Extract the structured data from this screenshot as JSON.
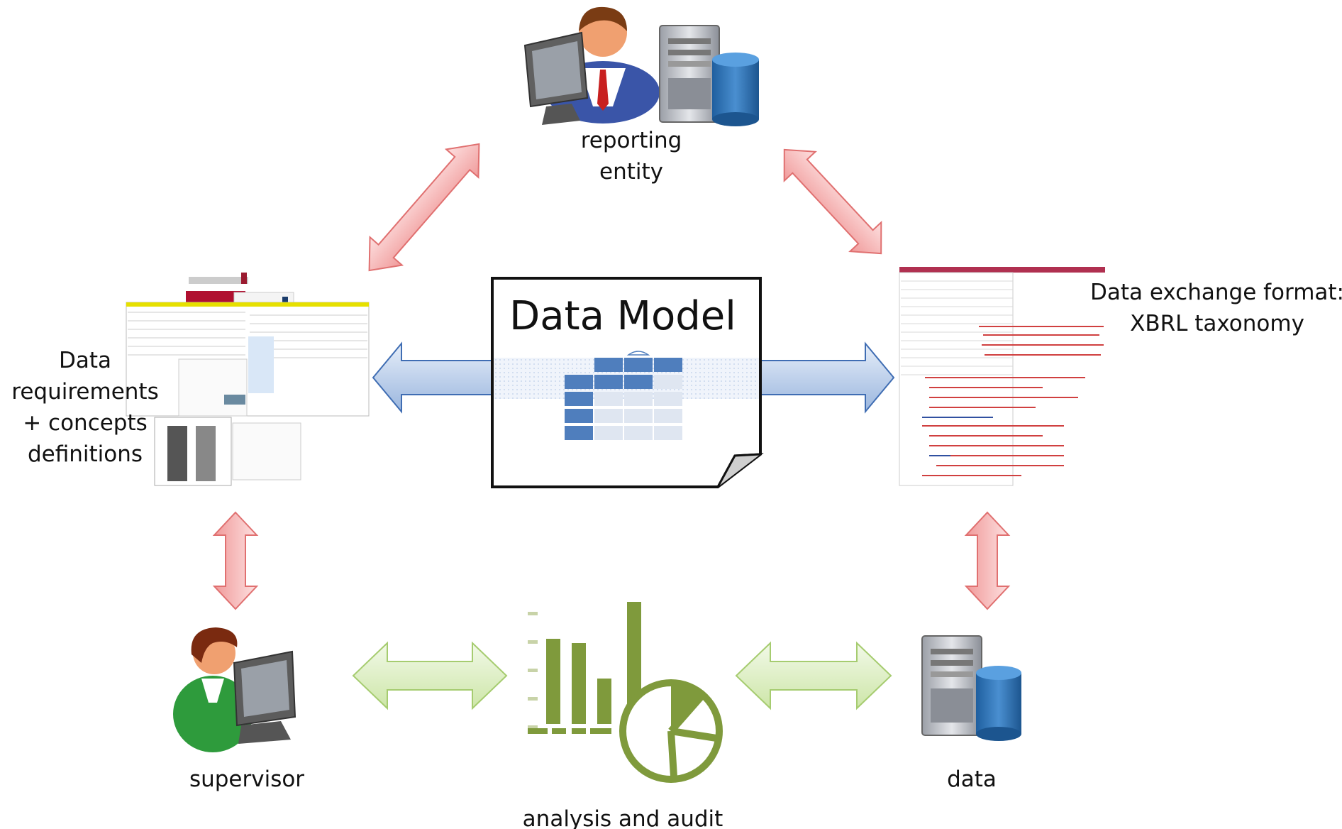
{
  "center": {
    "title": "Data Model"
  },
  "nodes": {
    "reporting_entity": {
      "line1": "reporting",
      "line2": "entity"
    },
    "requirements": {
      "line1": "Data",
      "line2": "requirements",
      "line3": "+ concepts",
      "line4": "definitions"
    },
    "xbrl": {
      "line1": "Data exchange format:",
      "line2": "XBRL taxonomy"
    },
    "supervisor": {
      "label": "supervisor"
    },
    "analysis": {
      "label": "analysis and audit"
    },
    "data": {
      "label": "data"
    }
  },
  "colors": {
    "red_arrow_fill": "#f4a6a6",
    "red_arrow_stroke": "#e07070",
    "blue_arrow_fill": "#b8cdea",
    "blue_arrow_stroke": "#3f6db3",
    "green_arrow_fill": "#dff0c4",
    "green_arrow_stroke": "#a6cc70",
    "chart_green": "#7f9a3c",
    "table_blue": "#4f7ebd"
  }
}
